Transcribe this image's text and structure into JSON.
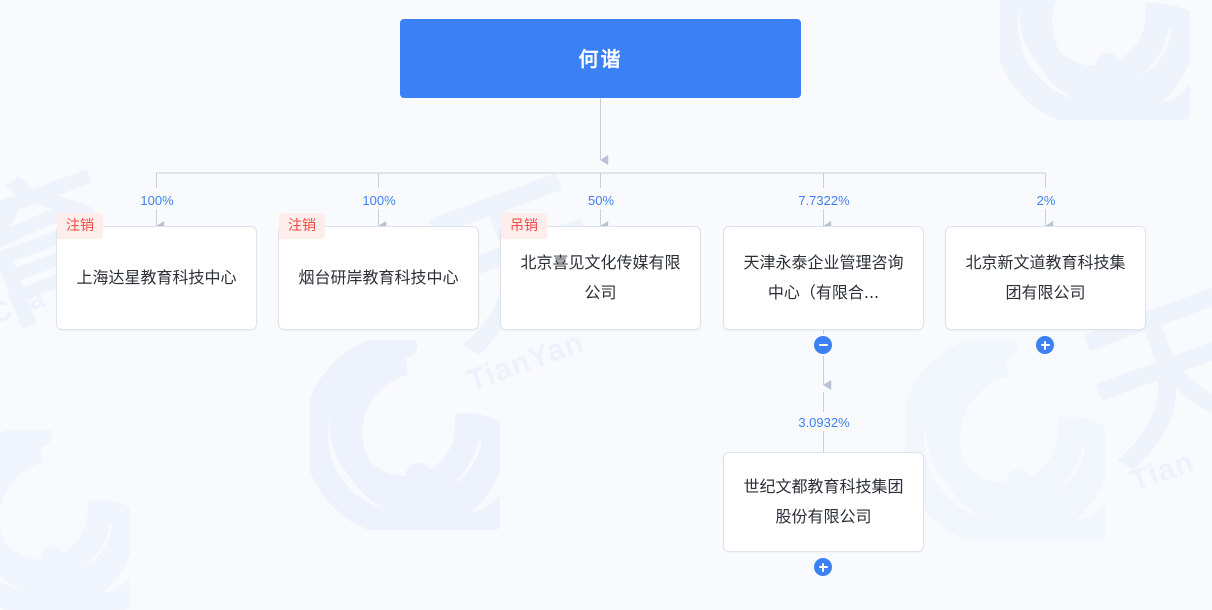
{
  "theme": {
    "page_background": "#f8fafd",
    "accent_blue": "#3c80f6",
    "link_label_blue": "#4080f0",
    "node_border": "#dfe3ec",
    "node_background": "#ffffff",
    "badge_background": "#fdeeec",
    "badge_text": "#f04a42",
    "connector_gray": "#c9d0dd",
    "watermark_blue": "#edf2fc"
  },
  "watermark": {
    "brand_cn": "天眼查",
    "brand_en": "TianYanCha",
    "logo_name": "swirl-logo"
  },
  "graph": {
    "type": "equity-ownership-tree",
    "orientation": "top-down",
    "root": {
      "id": "root",
      "label": "何谐",
      "kind": "person",
      "badge": null
    },
    "children": [
      {
        "id": "c1",
        "label": "上海达星教育科技中心",
        "percent": "100%",
        "badge": "注销",
        "toggle": null
      },
      {
        "id": "c2",
        "label": "烟台研岸教育科技中心",
        "percent": "100%",
        "badge": "注销",
        "toggle": null
      },
      {
        "id": "c3",
        "label": "北京喜见文化传媒有限公司",
        "percent": "50%",
        "badge": "吊销",
        "toggle": null
      },
      {
        "id": "c4",
        "label": "天津永泰企业管理咨询中心（有限合...",
        "percent": "7.7322%",
        "badge": null,
        "toggle": "collapse",
        "children": [
          {
            "id": "g1",
            "label": "世纪文都教育科技集团股份有限公司",
            "percent": "3.0932%",
            "badge": null,
            "toggle": "expand"
          }
        ]
      },
      {
        "id": "c5",
        "label": "北京新文道教育科技集团有限公司",
        "percent": "2%",
        "badge": null,
        "toggle": "expand"
      }
    ]
  },
  "controls": {
    "expand_icon": "plus-icon",
    "collapse_icon": "minus-icon",
    "expand_title": "展开",
    "collapse_title": "收起"
  }
}
